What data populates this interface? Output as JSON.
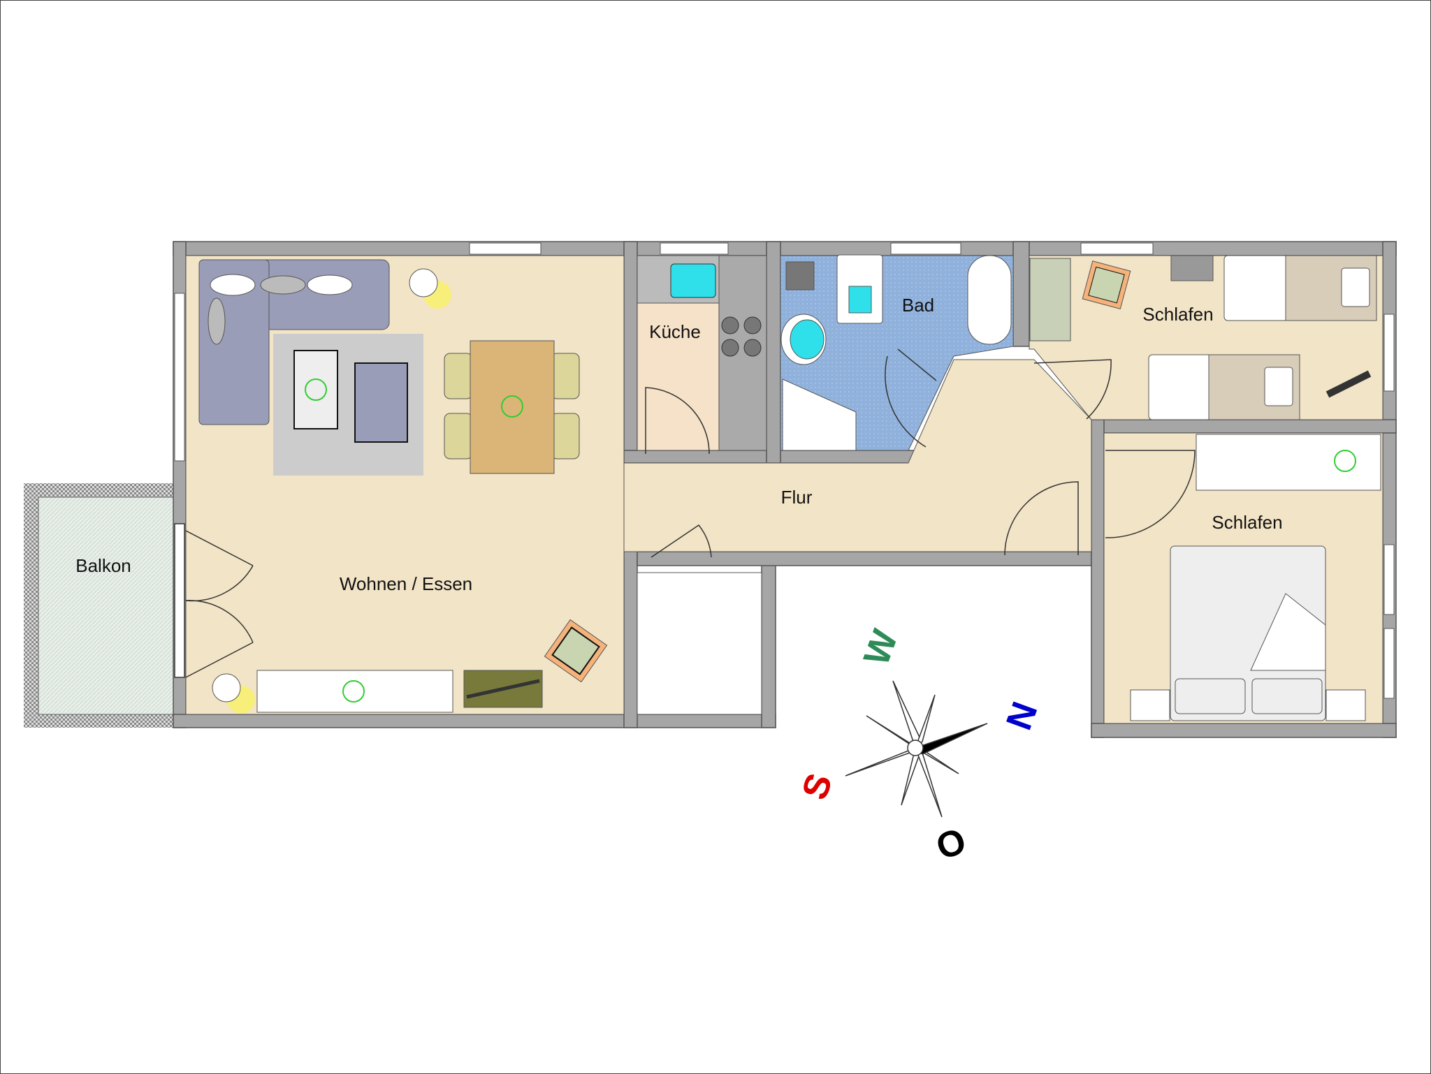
{
  "rooms": {
    "living": "Wohnen / Essen",
    "balcony": "Balkon",
    "kitchen": "Küche",
    "bath": "Bad",
    "bedroom1": "Schlafen",
    "hall": "Flur",
    "bedroom2": "Schlafen"
  },
  "compass": {
    "west": "W",
    "north": "N",
    "south": "S",
    "east": "O"
  },
  "colors": {
    "wall": "#a6a6a6",
    "floor": "#f2e4c6",
    "kitchen_floor": "#f5e2c8",
    "bath_floor": "#8fb1dc",
    "balcony": "#e6eee8",
    "north": "#0000cc",
    "south": "#dd0000",
    "west": "#2e8b57",
    "east": "#000000"
  }
}
